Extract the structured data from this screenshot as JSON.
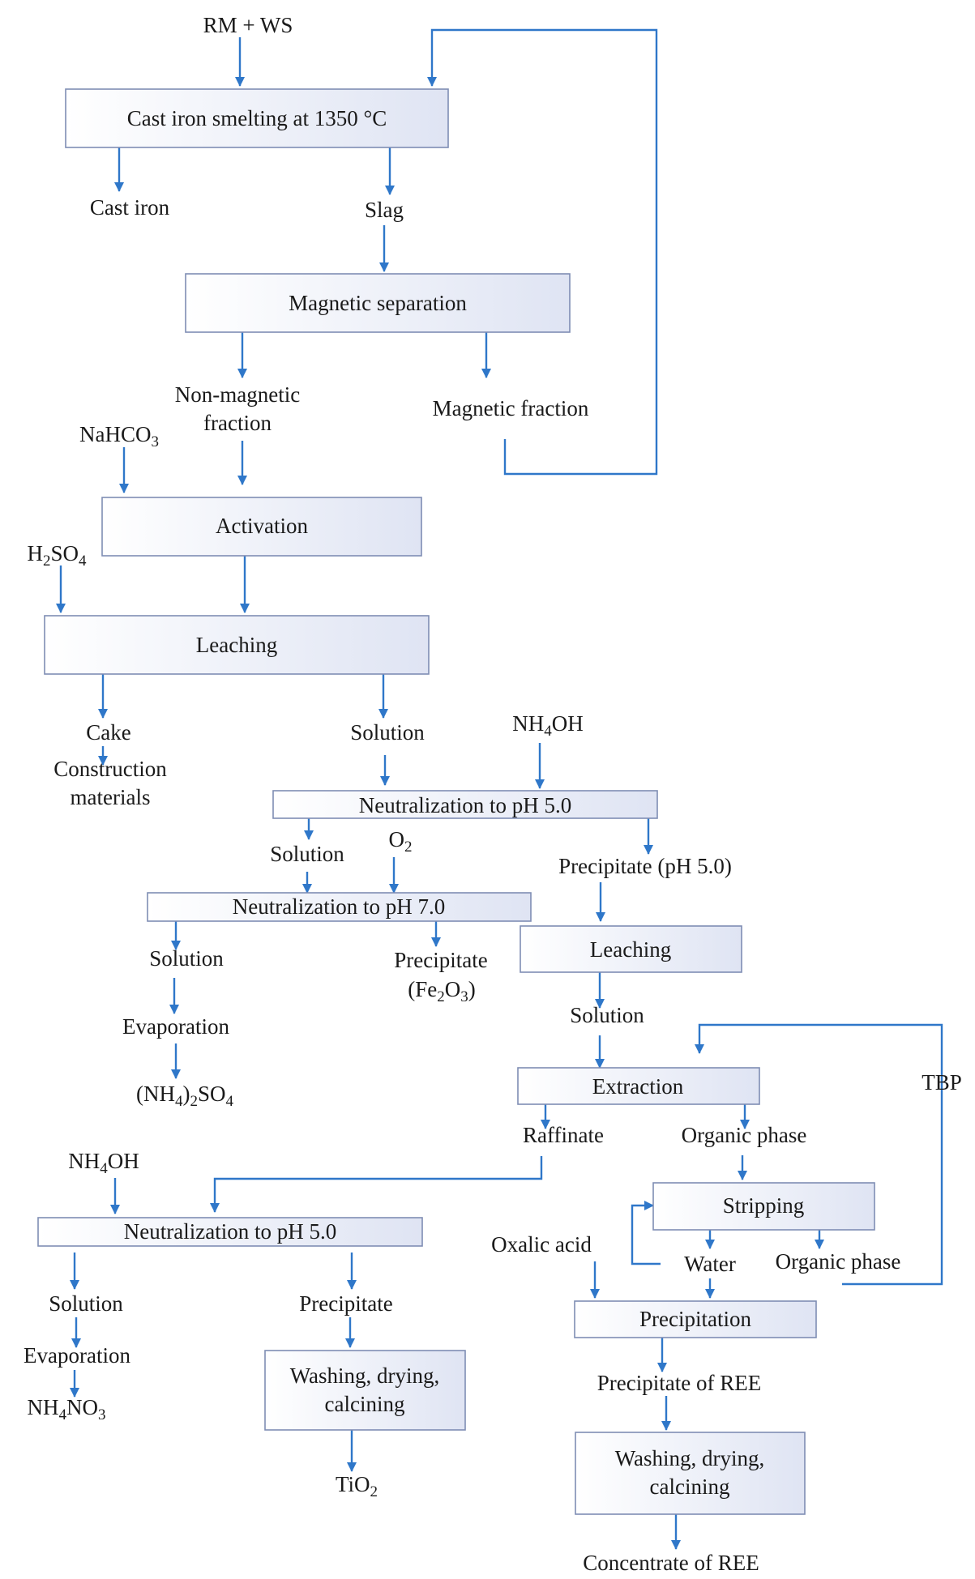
{
  "colors": {
    "arrow": "#2f77c9",
    "box_border": "#7f8db4",
    "box_fill_start": "#ffffff",
    "box_fill_end": "#dfe4f3"
  },
  "boxes": {
    "smelting": "Cast iron smelting at 1350 °C",
    "magnetic_separation": "Magnetic separation",
    "activation": "Activation",
    "leaching_1": "Leaching",
    "neutralization_ph5_first": "Neutralization to pH 5.0",
    "neutralization_ph7": "Neutralization to pH 7.0",
    "leaching_2": "Leaching",
    "extraction": "Extraction",
    "stripping": "Stripping",
    "neutralization_ph5_second": "Neutralization to pH 5.0",
    "precipitation": "Precipitation",
    "washing_tio2": [
      "Washing, drying,",
      "calcining"
    ],
    "washing_ree": [
      "Washing, drying,",
      "calcining"
    ]
  },
  "labels": {
    "rm_ws": "RM + WS",
    "cast_iron": "Cast iron",
    "slag": "Slag",
    "non_magnetic": [
      "Non-magnetic",
      "fraction"
    ],
    "magnetic_fraction": "Magnetic fraction",
    "nahco3": {
      "base": "NaHCO",
      "sub": "3"
    },
    "h2so4": {
      "a": "H",
      "s1": "2",
      "b": "SO",
      "s2": "4"
    },
    "cake": "Cake",
    "construction": [
      "Construction",
      "materials"
    ],
    "solution_leach": "Solution",
    "nh4oh_top": {
      "a": "NH",
      "s": "4",
      "b": "OH"
    },
    "solution_n5": "Solution",
    "o2": {
      "a": "O",
      "s": "2"
    },
    "precipitate_ph5": "Precipitate (pH 5.0)",
    "solution_n7": "Solution",
    "precipitate_fe": "Precipitate",
    "fe2o3": {
      "open": "(Fe",
      "s1": "2",
      "mid": "O",
      "s2": "3",
      "close": ")"
    },
    "evaporation_1": "Evaporation",
    "nh4_2so4": {
      "a": "(NH",
      "s1": "4",
      "b": ")",
      "s2": "2",
      "c": "SO",
      "s3": "4"
    },
    "solution_leach2": "Solution",
    "tbp": "TBP",
    "raffinate": "Raffinate",
    "organic_phase_1": "Organic phase",
    "nh4oh_bottom": {
      "a": "NH",
      "s": "4",
      "b": "OH"
    },
    "oxalic_acid": "Oxalic acid",
    "water": "Water",
    "organic_phase_2": "Organic phase",
    "solution_n5b": "Solution",
    "precipitate_ti": "Precipitate",
    "evaporation_2": "Evaporation",
    "nh4no3": {
      "a": "NH",
      "s": "4",
      "b": "NO",
      "s2": "3"
    },
    "tio2": {
      "a": "TiO",
      "s": "2"
    },
    "precipitate_ree": "Precipitate of REE",
    "concentrate_ree": "Concentrate of REE"
  }
}
